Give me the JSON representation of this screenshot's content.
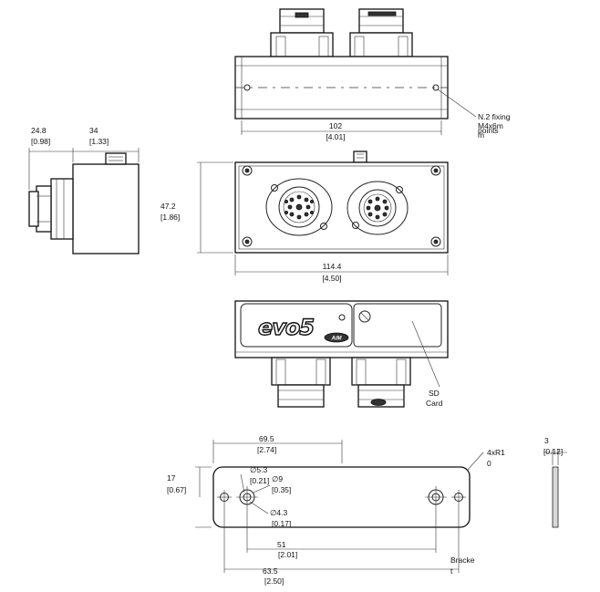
{
  "dimensions": {
    "top_width": {
      "mm": "102",
      "in": "[4.01]"
    },
    "fixing_note": [
      "N.2 fixing",
      "points",
      "M4x6m",
      "m"
    ],
    "side_depth": {
      "mm": "24.8",
      "in": "[0.98]"
    },
    "side_width": {
      "mm": "34",
      "in": "[1.33]"
    },
    "front_height": {
      "mm": "47.2",
      "in": "[1.86]"
    },
    "front_width": {
      "mm": "114.4",
      "in": "[4.50]"
    },
    "sd_label": [
      "SD",
      "Card"
    ],
    "bracket_span": {
      "mm": "69.5",
      "in": "[2.74]"
    },
    "bracket_height": {
      "mm": "17",
      "in": "[0.67]"
    },
    "hole_small": {
      "mm": "∅5.3",
      "in": "[0.21]"
    },
    "hole_large": {
      "mm": "∅9",
      "in": "[0.35]"
    },
    "hole_center": {
      "mm": "∅4.3",
      "in": "[0.17]"
    },
    "hole_distance": {
      "mm": "51",
      "in": "[2.01]"
    },
    "bracket_length": {
      "mm": "63.5",
      "in": "[2.50]"
    },
    "corner_radius": [
      "4xR1",
      "0"
    ],
    "thickness": {
      "mm": "3",
      "in": "[0.12]"
    },
    "bracket_label": [
      "Bracke",
      "t"
    ]
  },
  "branding": {
    "logo": "evo5",
    "badge": "AiM"
  }
}
